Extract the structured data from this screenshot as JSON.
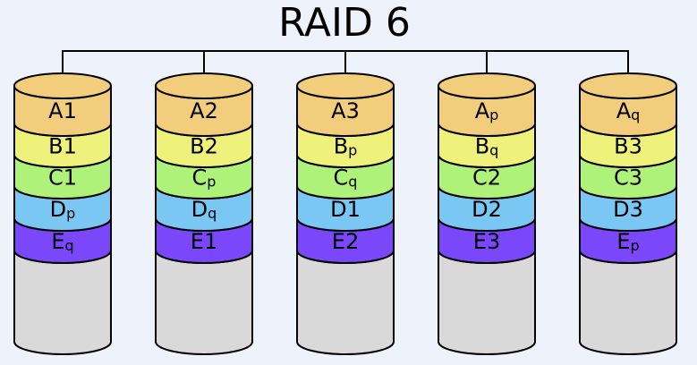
{
  "title": "RAID 6",
  "colors": {
    "background": "#eef2fa",
    "A": "#f2cd7c",
    "B": "#eef27a",
    "C": "#aef27a",
    "D": "#79c7f2",
    "E": "#7b47fb",
    "empty": "#d9d9d9",
    "outline": "#000000"
  },
  "disks": [
    {
      "name": "disk-1",
      "blocks": [
        {
          "row": "A",
          "label": "A",
          "sub": "1",
          "subscript": false
        },
        {
          "row": "B",
          "label": "B",
          "sub": "1",
          "subscript": false
        },
        {
          "row": "C",
          "label": "C",
          "sub": "1",
          "subscript": false
        },
        {
          "row": "D",
          "label": "D",
          "sub": "p",
          "subscript": true
        },
        {
          "row": "E",
          "label": "E",
          "sub": "q",
          "subscript": true
        }
      ]
    },
    {
      "name": "disk-2",
      "blocks": [
        {
          "row": "A",
          "label": "A",
          "sub": "2",
          "subscript": false
        },
        {
          "row": "B",
          "label": "B",
          "sub": "2",
          "subscript": false
        },
        {
          "row": "C",
          "label": "C",
          "sub": "p",
          "subscript": true
        },
        {
          "row": "D",
          "label": "D",
          "sub": "q",
          "subscript": true
        },
        {
          "row": "E",
          "label": "E",
          "sub": "1",
          "subscript": false
        }
      ]
    },
    {
      "name": "disk-3",
      "blocks": [
        {
          "row": "A",
          "label": "A",
          "sub": "3",
          "subscript": false
        },
        {
          "row": "B",
          "label": "B",
          "sub": "p",
          "subscript": true
        },
        {
          "row": "C",
          "label": "C",
          "sub": "q",
          "subscript": true
        },
        {
          "row": "D",
          "label": "D",
          "sub": "1",
          "subscript": false
        },
        {
          "row": "E",
          "label": "E",
          "sub": "2",
          "subscript": false
        }
      ]
    },
    {
      "name": "disk-4",
      "blocks": [
        {
          "row": "A",
          "label": "A",
          "sub": "p",
          "subscript": true
        },
        {
          "row": "B",
          "label": "B",
          "sub": "q",
          "subscript": true
        },
        {
          "row": "C",
          "label": "C",
          "sub": "2",
          "subscript": false
        },
        {
          "row": "D",
          "label": "D",
          "sub": "2",
          "subscript": false
        },
        {
          "row": "E",
          "label": "E",
          "sub": "3",
          "subscript": false
        }
      ]
    },
    {
      "name": "disk-5",
      "blocks": [
        {
          "row": "A",
          "label": "A",
          "sub": "q",
          "subscript": true
        },
        {
          "row": "B",
          "label": "B",
          "sub": "3",
          "subscript": false
        },
        {
          "row": "C",
          "label": "C",
          "sub": "3",
          "subscript": false
        },
        {
          "row": "D",
          "label": "D",
          "sub": "3",
          "subscript": false
        },
        {
          "row": "E",
          "label": "E",
          "sub": "p",
          "subscript": true
        }
      ]
    }
  ]
}
